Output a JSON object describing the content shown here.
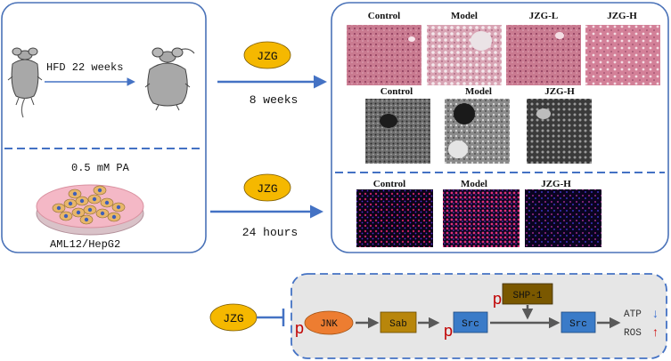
{
  "left_panel": {
    "hfd_label": "HFD 22 weeks",
    "pa_label": "0.5 mM PA",
    "cell_label": "AML12/HepG2"
  },
  "treatment": {
    "top_drug": "JZG",
    "top_duration": "8 weeks",
    "bottom_drug": "JZG",
    "bottom_duration": "24 hours"
  },
  "results_panel": {
    "he_labels": [
      "Control",
      "Model",
      "JZG-L",
      "JZG-H"
    ],
    "tem_labels": [
      "Control",
      "Model",
      "JZG-H"
    ],
    "fluor_labels": [
      "Control",
      "Model",
      "JZG-H"
    ]
  },
  "pathway": {
    "drug": "JZG",
    "jnk": "JNK",
    "sab": "Sab",
    "src1": "Src",
    "shp1": "SHP-1",
    "src2": "Src",
    "phospho": "p",
    "atp": "ATP",
    "ros": "ROS",
    "atp_arrow": "↓",
    "ros_arrow": "↑"
  },
  "colors": {
    "panel_border": "#4a72b8",
    "arrow": "#4472c4",
    "jzg_fill": "#f5b800",
    "jnk_fill": "#ed7d31",
    "sab_fill": "#b8860b",
    "src_fill": "#3a7bc8",
    "shp1_fill": "#7a5800",
    "phospho": "#c00000",
    "pathway_bg": "#e6e6e6"
  }
}
